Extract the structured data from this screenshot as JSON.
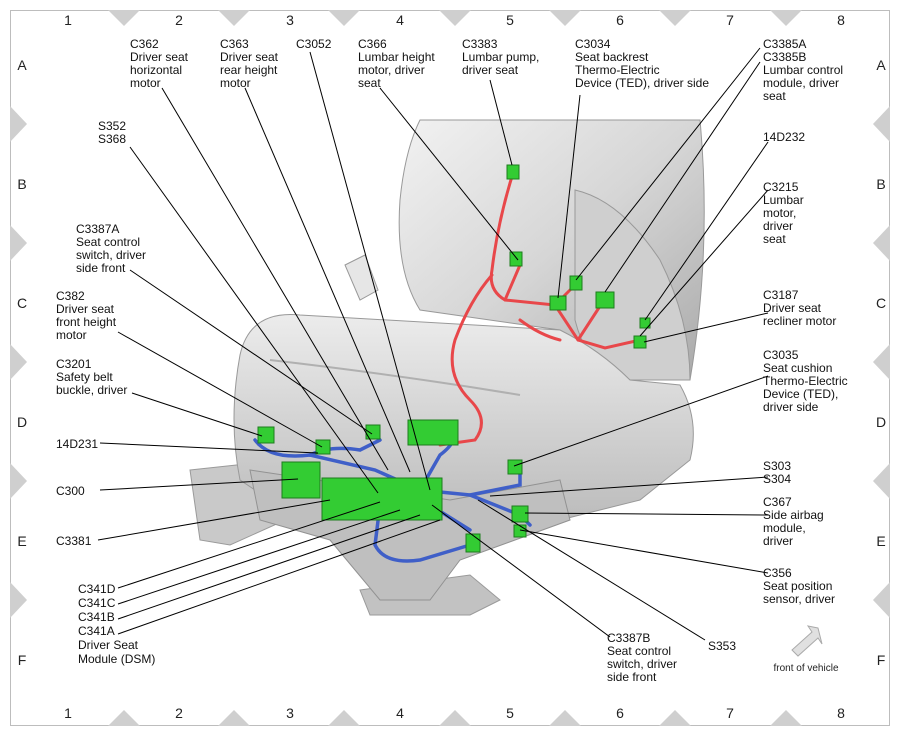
{
  "grid": {
    "columns": [
      "1",
      "2",
      "3",
      "4",
      "5",
      "6",
      "7",
      "8"
    ],
    "rows": [
      "A",
      "B",
      "C",
      "D",
      "E",
      "F"
    ]
  },
  "callouts": [
    {
      "id": "c362",
      "lines": [
        "C362",
        "Driver seat",
        "horizontal",
        "motor"
      ]
    },
    {
      "id": "c363",
      "lines": [
        "C363",
        "Driver seat",
        "rear height",
        "motor"
      ]
    },
    {
      "id": "c3052",
      "lines": [
        "C3052"
      ]
    },
    {
      "id": "c366",
      "lines": [
        "C366",
        "Lumbar height",
        "motor, driver",
        "seat"
      ]
    },
    {
      "id": "c3383",
      "lines": [
        "C3383",
        "Lumbar pump,",
        "driver seat"
      ]
    },
    {
      "id": "c3034",
      "lines": [
        "C3034",
        "Seat backrest",
        "Thermo-Electric",
        "Device (TED), driver side"
      ]
    },
    {
      "id": "c3385",
      "lines": [
        "C3385A",
        "C3385B",
        "Lumbar control",
        "module, driver",
        "seat"
      ]
    },
    {
      "id": "s352",
      "lines": [
        "S352",
        "S368"
      ]
    },
    {
      "id": "14d232",
      "lines": [
        "14D232"
      ]
    },
    {
      "id": "c3215",
      "lines": [
        "C3215",
        "Lumbar",
        "motor,",
        "driver",
        "seat"
      ]
    },
    {
      "id": "c3387a",
      "lines": [
        "C3387A",
        "Seat control",
        "switch, driver",
        "side front"
      ]
    },
    {
      "id": "c382",
      "lines": [
        "C382",
        "Driver seat",
        "front height",
        "motor"
      ]
    },
    {
      "id": "c3187",
      "lines": [
        "C3187",
        "Driver seat",
        "recliner motor"
      ]
    },
    {
      "id": "c3201",
      "lines": [
        "C3201",
        "Safety belt",
        "buckle, driver"
      ]
    },
    {
      "id": "c3035",
      "lines": [
        "C3035",
        "Seat cushion",
        "Thermo-Electric",
        "Device (TED),",
        "driver side"
      ]
    },
    {
      "id": "14d231",
      "lines": [
        "14D231"
      ]
    },
    {
      "id": "s303",
      "lines": [
        "S303",
        "S304"
      ]
    },
    {
      "id": "c300",
      "lines": [
        "C300"
      ]
    },
    {
      "id": "c367",
      "lines": [
        "C367",
        "Side airbag",
        "module,",
        "driver"
      ]
    },
    {
      "id": "c3381",
      "lines": [
        "C3381"
      ]
    },
    {
      "id": "c356",
      "lines": [
        "C356",
        "Seat position",
        "sensor, driver"
      ]
    },
    {
      "id": "c341",
      "lines": [
        "C341D",
        "C341C",
        "C341B",
        "C341A",
        "Driver Seat",
        "Module (DSM)"
      ]
    },
    {
      "id": "c3387b",
      "lines": [
        "C3387B",
        "Seat control",
        "switch, driver",
        "side front"
      ]
    },
    {
      "id": "s353",
      "lines": [
        "S353"
      ]
    }
  ],
  "front_of_vehicle": "front of vehicle",
  "colors": {
    "harness_red": "#e8474a",
    "harness_blue": "#3f5fc8",
    "connector_green": "#33cc33",
    "seat_gray": "#d8d8d8",
    "grid_marker": "#cfcfcf"
  }
}
